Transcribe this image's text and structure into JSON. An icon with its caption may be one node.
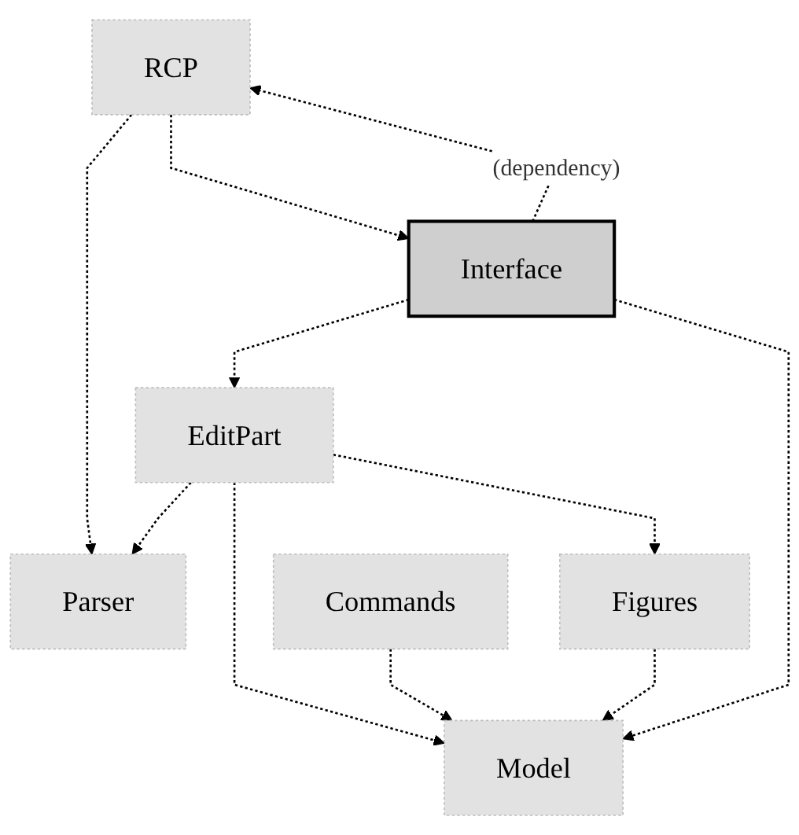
{
  "diagram": {
    "nodes": [
      {
        "text": [
          "RCP"
        ]
      },
      {
        "text": [
          "Parser"
        ]
      },
      {
        "text": [
          "Interface"
        ]
      },
      {
        "text": [
          "EditPart"
        ]
      },
      {
        "text": [
          "Model"
        ]
      },
      {
        "text": [
          "Figures"
        ]
      },
      {
        "text": [
          "Commands"
        ]
      }
    ],
    "edges": [
      {
        "from": 0,
        "to": 1,
        "arrow": "to",
        "style": "dashed"
      },
      {
        "from": 0,
        "to": 2,
        "arrow": "to",
        "style": "dashed"
      },
      {
        "from": 2,
        "to": 0,
        "arrow": "to",
        "style": "dashed",
        "label": "(dependency)"
      },
      {
        "from": 3,
        "to": 1,
        "arrow": "to",
        "style": "dashed"
      },
      {
        "from": 2,
        "to": 3,
        "arrow": "to",
        "style": "dashed"
      },
      {
        "from": 2,
        "to": 4,
        "arrow": "to",
        "style": "dashed"
      },
      {
        "from": 3,
        "to": 4,
        "arrow": "to",
        "style": "dashed"
      },
      {
        "from": 3,
        "to": 5,
        "arrow": "to",
        "style": "dashed"
      },
      {
        "from": 5,
        "to": 4,
        "arrow": "to",
        "style": "dashed"
      },
      {
        "from": 6,
        "to": 4,
        "arrow": "to",
        "style": "dashed"
      }
    ]
  }
}
